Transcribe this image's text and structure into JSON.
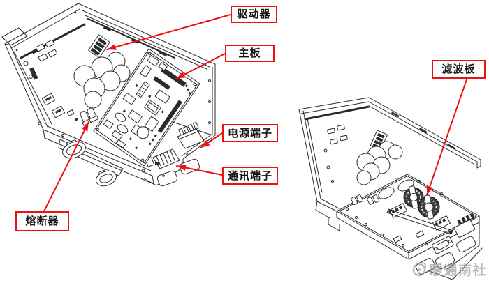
{
  "diagram": {
    "labels": {
      "driver": "驱动器",
      "mainboard": "主板",
      "power_terminal": "电源端子",
      "comm_terminal": "通讯端子",
      "fuse": "熔断器",
      "filter_board": "滤波板"
    },
    "watermark": {
      "text": "暖通南社"
    },
    "colors": {
      "annotation": "#ee1111",
      "line_art": "#2b2b2b",
      "background": "#ffffff",
      "watermark": "#8f8f8f"
    }
  }
}
